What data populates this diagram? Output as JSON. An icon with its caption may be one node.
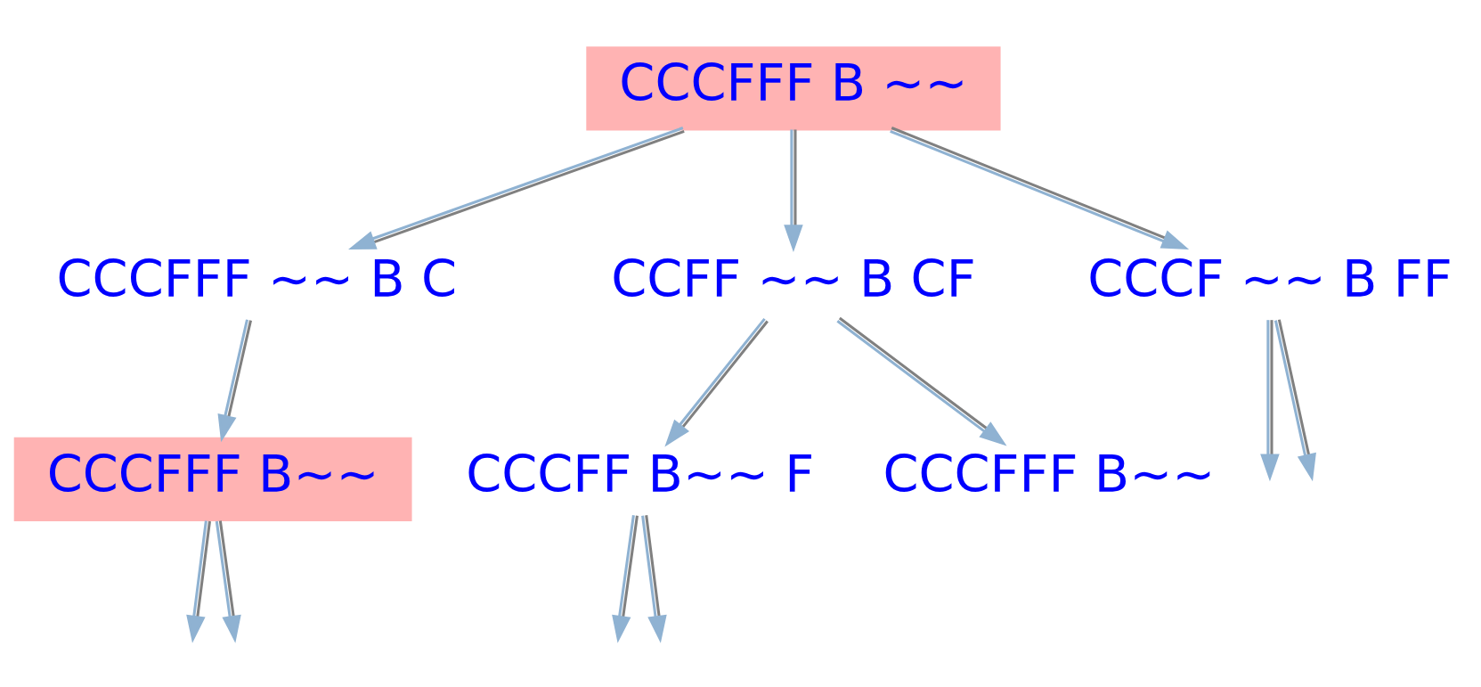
{
  "diagram": {
    "nodes": [
      {
        "text": [
          "CCCFFF B ∼∼"
        ]
      },
      {
        "text": [
          "CCCFFF ∼∼ B C"
        ]
      },
      {
        "text": [
          "CCFF ∼∼ B CF"
        ]
      },
      {
        "text": [
          "CCCF ∼∼ B FF"
        ]
      },
      {
        "text": [
          "CCCFFF B∼∼"
        ]
      },
      {
        "text": [
          "CCCFF B∼∼ F"
        ]
      },
      {
        "text": [
          "CCCFFF B∼∼"
        ]
      }
    ],
    "edges": [
      {
        "from": 0,
        "to": 1,
        "arrow": "to"
      },
      {
        "from": 0,
        "to": 2,
        "arrow": "to"
      },
      {
        "from": 0,
        "to": 3,
        "arrow": "to"
      },
      {
        "from": 3,
        "to": null,
        "arrow": "to"
      },
      {
        "from": 3,
        "to": null,
        "arrow": "to"
      },
      {
        "from": 1,
        "to": 4,
        "arrow": "to"
      },
      {
        "from": 2,
        "to": 5,
        "arrow": "to"
      },
      {
        "from": 2,
        "to": 6,
        "arrow": "to"
      },
      {
        "from": 4,
        "to": null,
        "arrow": "to"
      },
      {
        "from": 4,
        "to": null,
        "arrow": "to"
      },
      {
        "from": 5,
        "to": null,
        "arrow": "to"
      },
      {
        "from": 5,
        "to": null,
        "arrow": "to"
      }
    ]
  }
}
